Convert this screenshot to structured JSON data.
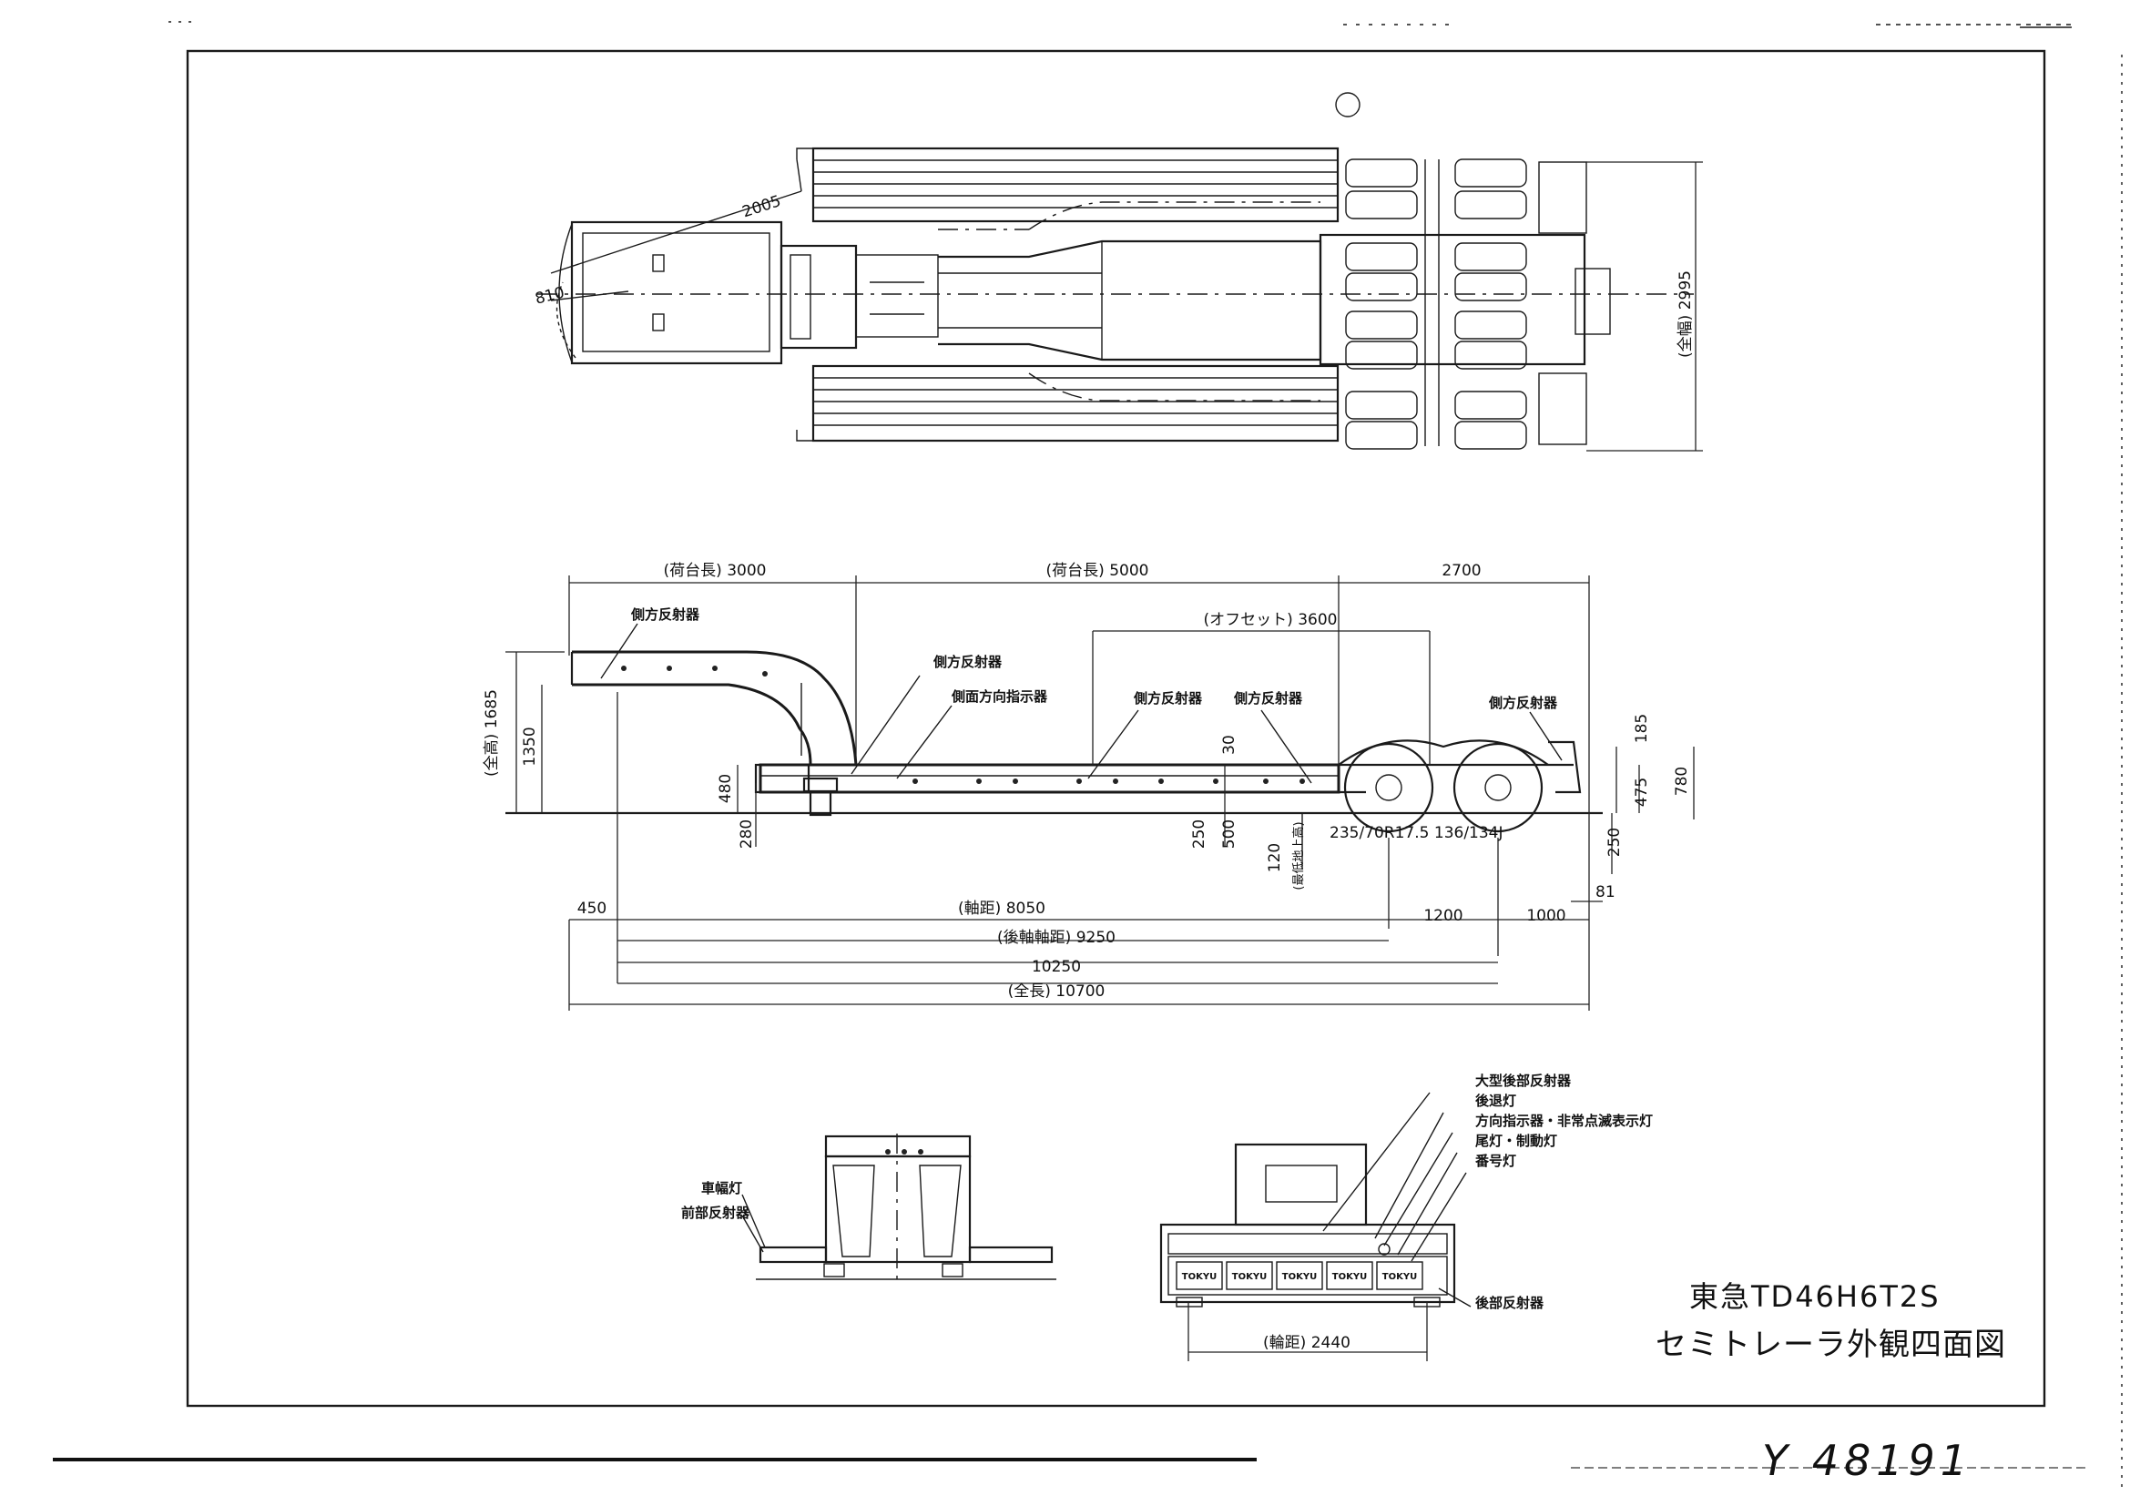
{
  "title_block": {
    "model": "東急TD46H6T2S",
    "title": "セミトレーラ外観四面図"
  },
  "handwritten_number": "Y 48191",
  "top_view": {
    "dimensions": {
      "overall_width": "(全幅) 2995",
      "kingpin_offset": "2005",
      "swing_radius": "810"
    }
  },
  "side_view": {
    "dimensions": {
      "gooseneck_length": "(荷台長) 3000",
      "deck_length": "(荷台長) 5000",
      "rear_overhang": "2700",
      "offset": "(オフセット) 3600",
      "overall_height": "(全高) 1685",
      "height_1350": "1350",
      "height_480": "480",
      "height_280": "280",
      "height_30": "30",
      "height_250_mid": "250",
      "height_500": "500",
      "ground_clearance": "120",
      "ground_clearance_note": "(最低地上高)",
      "tire_size": "235/70R17.5 136/134J",
      "rear_185": "185",
      "rear_475": "475",
      "rear_780": "780",
      "rear_250": "250",
      "rear_81": "81",
      "front_450": "450",
      "wheelbase": "(軸距) 8050",
      "axle_spacing": "1200",
      "rear_1000": "1000",
      "rear_axle_wb": "(後軸軸距) 9250",
      "length_10250": "10250",
      "overall_length": "(全長) 10700"
    },
    "labels": {
      "side_reflector_a": "側方反射器",
      "side_reflector_b": "側方反射器",
      "side_turn_signal": "側面方向指示器",
      "side_reflector_c": "側方反射器",
      "side_reflector_d": "側方反射器",
      "side_reflector_e": "側方反射器"
    }
  },
  "front_view": {
    "labels": {
      "clearance_lamp": "車幅灯",
      "front_reflector": "前部反射器"
    }
  },
  "rear_view": {
    "labels": {
      "large_rear_reflector": "大型後部反射器",
      "reverse_lamp": "後退灯",
      "turn_hazard": "方向指示器・非常点滅表示灯",
      "tail_stop": "尾灯・制動灯",
      "plate_lamp": "番号灯",
      "rear_reflector": "後部反射器"
    },
    "dimensions": {
      "track_width": "(輪距) 2440"
    },
    "panel_text": [
      "TOKYU",
      "TOKYU",
      "TOKYU",
      "TOKYU",
      "TOKYU"
    ]
  }
}
